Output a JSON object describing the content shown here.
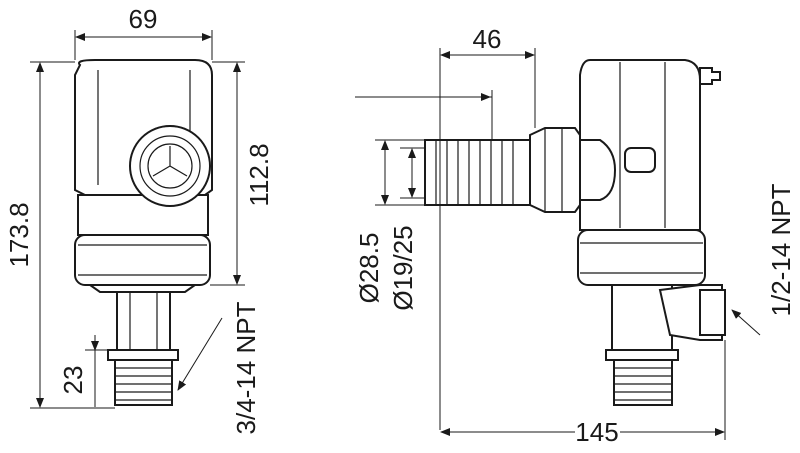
{
  "dimensions": {
    "front_width": "69",
    "total_height": "173.8",
    "body_height": "112.8",
    "thread_height": "23",
    "outlet_thread": "3/4-14 NPT",
    "hose_offset": "46",
    "hose_outer_diameter": "Ø28.5",
    "hose_inner_diameter": "Ø19/25",
    "total_length": "145",
    "side_port_thread": "1/2-14 NPT"
  }
}
